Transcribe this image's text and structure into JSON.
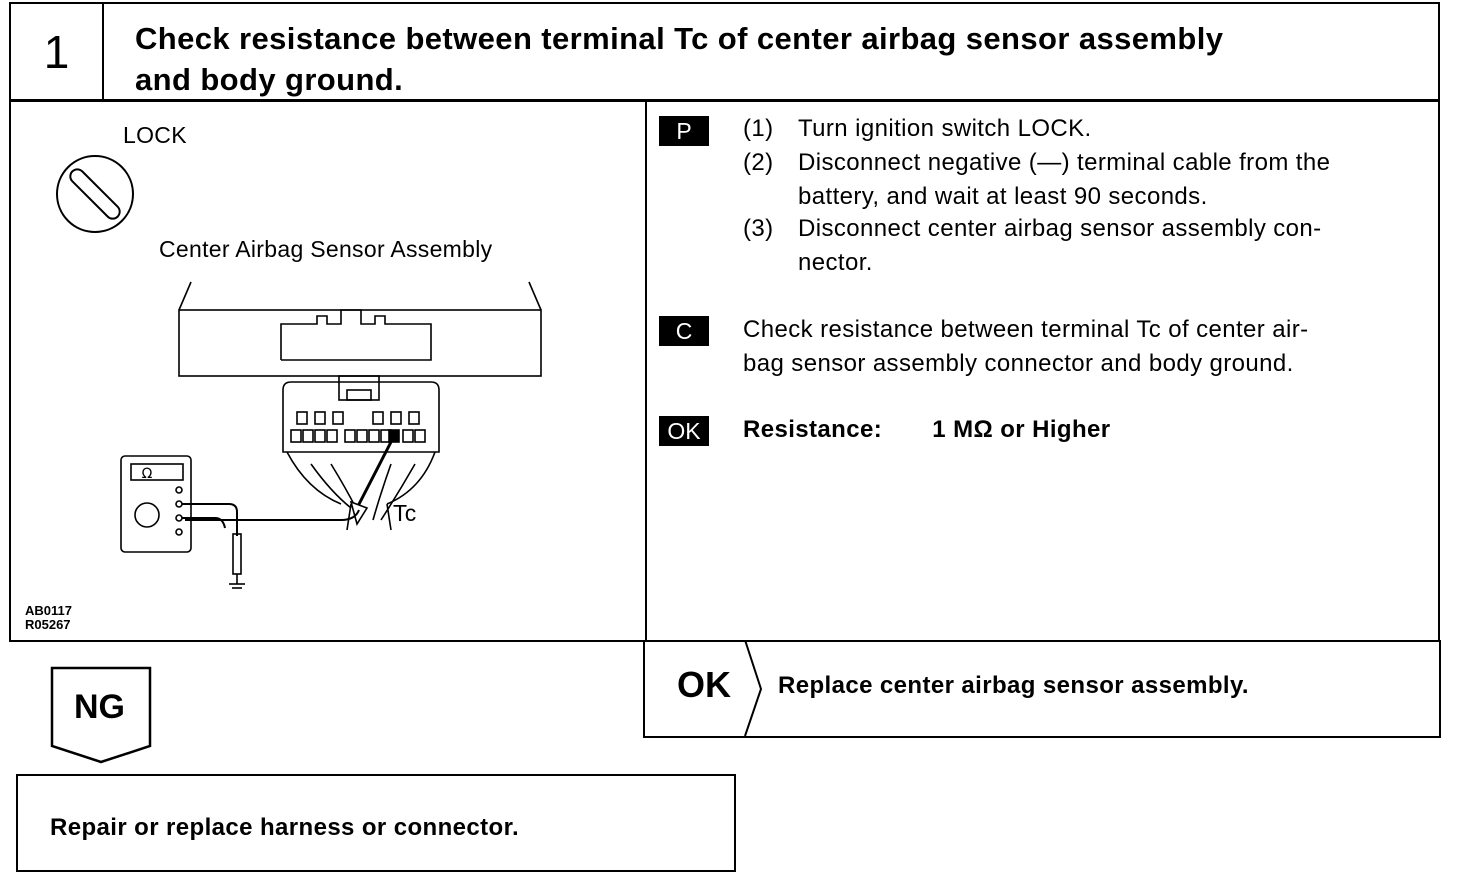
{
  "header": {
    "step_number": "1",
    "title_line1": "Check resistance between terminal Tc of center airbag sensor assembly",
    "title_line2": "and body ground."
  },
  "illustration": {
    "ignition_label": "LOCK",
    "assembly_label": "Center Airbag Sensor Assembly",
    "terminal_label": "Tc",
    "meter_symbol": "Ω",
    "figure_codes": [
      "AB0117",
      "R05267"
    ]
  },
  "instructions": {
    "prep_badge": "P",
    "steps": [
      {
        "num": "(1)",
        "lines": [
          "Turn ignition switch LOCK."
        ]
      },
      {
        "num": "(2)",
        "lines": [
          "Disconnect negative (—) terminal cable from the",
          "battery, and wait at least 90 seconds."
        ]
      },
      {
        "num": "(3)",
        "lines": [
          "Disconnect center airbag sensor assembly con-",
          "nector."
        ]
      }
    ],
    "check_badge": "C",
    "check_lines": [
      "Check resistance between terminal Tc of center air-",
      "bag sensor assembly connector and body ground."
    ],
    "ok_badge": "OK",
    "spec_label": "Resistance:",
    "spec_value": "1 MΩ or Higher"
  },
  "result_ok": {
    "label": "OK",
    "action": "Replace center airbag sensor assembly."
  },
  "result_ng": {
    "label": "NG",
    "action": "Repair or replace harness or connector."
  }
}
